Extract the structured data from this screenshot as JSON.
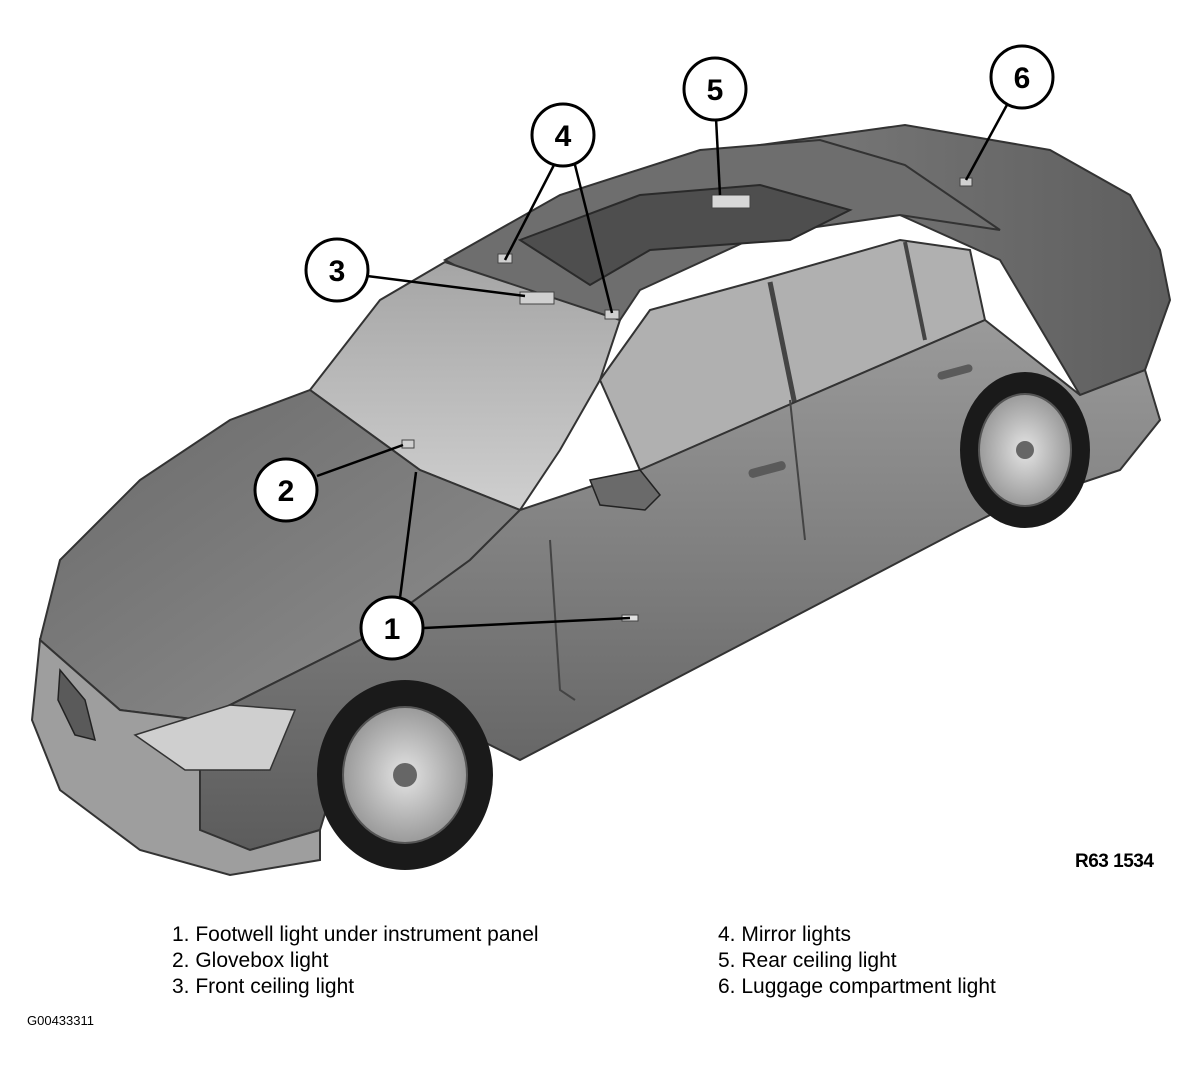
{
  "figure": {
    "ref_code": "R63 1534",
    "figure_id": "G00433311"
  },
  "callouts": [
    {
      "number": "1"
    },
    {
      "number": "2"
    },
    {
      "number": "3"
    },
    {
      "number": "4"
    },
    {
      "number": "5"
    },
    {
      "number": "6"
    }
  ],
  "legend": {
    "left": [
      {
        "text": "1. Footwell light under instrument panel"
      },
      {
        "text": "2. Glovebox light"
      },
      {
        "text": "3. Front ceiling light"
      }
    ],
    "right": [
      {
        "text": "4. Mirror lights"
      },
      {
        "text": "5. Rear ceiling light"
      },
      {
        "text": "6. Luggage compartment light"
      }
    ]
  },
  "colors": {
    "body_paint": "#8a8a8a",
    "body_dark": "#5a5a5a",
    "glass": "#b8b8b8",
    "tire": "#1a1a1a",
    "rim": "#c8c8c8",
    "callout_stroke": "#000000"
  }
}
